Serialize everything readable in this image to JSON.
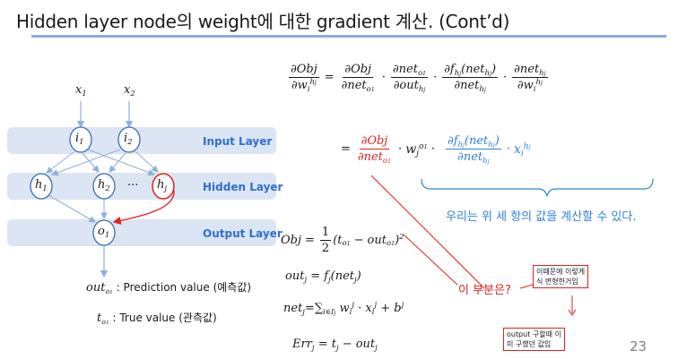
{
  "slide": {
    "title": "Hidden layer node의 weight에 대한 gradient 계산. (Cont’d)",
    "page_number": "23"
  },
  "network": {
    "inputs": [
      "x",
      "x"
    ],
    "input_subs": [
      "1",
      "2"
    ],
    "input_nodes": [
      "i",
      "i"
    ],
    "input_node_subs": [
      "1",
      "2"
    ],
    "hidden_nodes": [
      "h",
      "h",
      "h"
    ],
    "hidden_node_subs": [
      "1",
      "2",
      "j"
    ],
    "ellipsis": "···",
    "output_node": "o",
    "output_node_sub": "1",
    "layers": {
      "input": "Input Layer",
      "hidden": "Hidden Layer",
      "output": "Output Layer"
    },
    "colors": {
      "band": "#dbe5f3",
      "label": "#2e6fd1",
      "node_stroke": "#3a6fb5",
      "edge": "#8fb0dc",
      "highlight": "#e0221d"
    }
  },
  "legend": {
    "out_symbol": "out",
    "out_sub": "o",
    "out_subsub": "1",
    "out_text": ": Prediction value (예측값)",
    "t_symbol": "t",
    "t_sub": "o",
    "t_subsub": "1",
    "t_text": ": True value (관측값)"
  },
  "equation1": {
    "lhs_num": "∂Obj",
    "lhs_den": "∂w",
    "lhs_den_sup": "h",
    "lhs_den_supsub": "j",
    "lhs_den_sub": "i",
    "equals": "=",
    "f1_num": "∂Obj",
    "f1_den": "∂net",
    "f1_den_sub": "o",
    "f1_den_subsub": "1",
    "f2_num": "∂net",
    "f2_num_sub": "o",
    "f2_num_subsub": "1",
    "f2_den": "∂out",
    "f2_den_sub": "h",
    "f2_den_subsub": "j",
    "f3_num": "∂f",
    "f3_num_sub": "h",
    "f3_num_subsub": "j",
    "f3_num_arg": "(net",
    "f3_num_arg_sub": "h",
    "f3_num_arg_subsub": "j",
    "f3_num_close": ")",
    "f3_den": "∂net",
    "f3_den_sub": "h",
    "f3_den_subsub": "j",
    "f4_num": "∂net",
    "f4_num_sub": "h",
    "f4_num_subsub": "j",
    "f4_den": "∂w",
    "f4_den_sup": "h",
    "f4_den_supsub": "j",
    "f4_den_sub": "i",
    "dot": "·"
  },
  "equation2": {
    "equals": "=",
    "red_num": "∂Obj",
    "red_den": "∂net",
    "red_den_sub": "o",
    "red_den_subsub": "1",
    "w_symbol": "w",
    "w_sup": "o",
    "w_supsub": "1",
    "w_sub": "j",
    "blue_num": "∂f",
    "blue_num_sub": "h",
    "blue_num_subsub": "j",
    "blue_num_arg": "(net",
    "blue_num_arg_sub": "h",
    "blue_num_arg_subsub": "j",
    "blue_num_close": ")",
    "blue_den": "∂net",
    "blue_den_sub": "h",
    "blue_den_subsub": "j",
    "x_symbol": "x",
    "x_sup": "h",
    "x_supsub": "j",
    "x_sub": "i",
    "dot": "·"
  },
  "annotations": {
    "blue_note": "우리는 위 세 항의 값을 계산할 수 있다.",
    "question": "이 부분은?",
    "box1_line1": "이때문에 이렇게",
    "box1_line2": "식 변형한거임",
    "box2_line1": "output 구할때 이",
    "box2_line2": "미 구했던 값임"
  },
  "definitions": {
    "obj_lhs": "Obj",
    "obj_eq": "=",
    "obj_half_num": "1",
    "obj_half_den": "2",
    "obj_open": "(t",
    "obj_t_sub": "o",
    "obj_t_subsub": "1",
    "obj_minus": "−",
    "obj_out": "out",
    "obj_out_sub": "o",
    "obj_out_subsub": "1",
    "obj_close": ")",
    "obj_sq": "2",
    "out_lhs": "out",
    "out_lhs_sub": "j",
    "out_rhs": "= f",
    "out_rhs_sub": "j",
    "out_rhs_arg": "(net",
    "out_rhs_arg_sub": "j",
    "out_rhs_close": ")",
    "net_lhs": "net",
    "net_lhs_sub": "j",
    "net_rhs": "=∑",
    "net_rhs_sub": "i∈I",
    "net_rhs_subsub": "j",
    "net_w": "w",
    "net_w_sup": "j",
    "net_w_sub": "i",
    "net_dot": "·",
    "net_x": "x",
    "net_x_sup": "j",
    "net_x_sub": "i",
    "net_plus": "+ b",
    "net_b_sup": "j",
    "err_lhs": "Err",
    "err_lhs_sub": "j",
    "err_rhs": "= t",
    "err_t_sub": "j",
    "err_minus": "− out",
    "err_out_sub": "j"
  }
}
